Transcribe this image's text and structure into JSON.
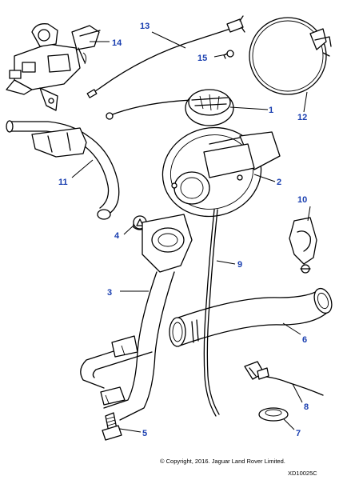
{
  "callouts": {
    "c1": "1",
    "c2": "2",
    "c3": "3",
    "c4": "4",
    "c5": "5",
    "c6": "6",
    "c7": "7",
    "c8": "8",
    "c9": "9",
    "c10": "10",
    "c11": "11",
    "c12": "12",
    "c13": "13",
    "c14": "14",
    "c15": "15"
  },
  "footer": {
    "copyright": "© Copyright, 2016. Jaguar Land Rover Limited.",
    "drawing_id": "XD10025C"
  },
  "colors": {
    "callout_text": "#1a3fb0",
    "linework": "#000000",
    "background": "#ffffff"
  }
}
